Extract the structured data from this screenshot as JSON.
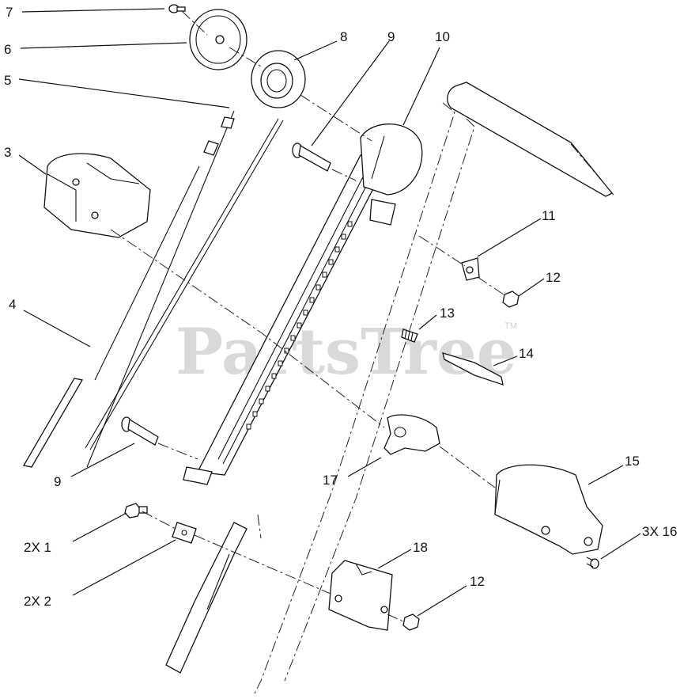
{
  "watermark": {
    "text": "PartsTree",
    "trademark": "TM"
  },
  "callouts": [
    {
      "id": "c7",
      "text": "7"
    },
    {
      "id": "c6",
      "text": "6"
    },
    {
      "id": "c5",
      "text": "5"
    },
    {
      "id": "c3",
      "text": "3"
    },
    {
      "id": "c4",
      "text": "4"
    },
    {
      "id": "c8",
      "text": "8"
    },
    {
      "id": "c9a",
      "text": "9"
    },
    {
      "id": "c10",
      "text": "10"
    },
    {
      "id": "c11",
      "text": "11"
    },
    {
      "id": "c12a",
      "text": "12"
    },
    {
      "id": "c13",
      "text": "13"
    },
    {
      "id": "c14",
      "text": "14"
    },
    {
      "id": "c9b",
      "text": "9"
    },
    {
      "id": "c17",
      "text": "17"
    },
    {
      "id": "c15",
      "text": "15"
    },
    {
      "id": "c16",
      "text": "3X  16"
    },
    {
      "id": "c1",
      "text": "2X  1"
    },
    {
      "id": "c18",
      "text": "18"
    },
    {
      "id": "c2",
      "text": "2X  2"
    },
    {
      "id": "c12b",
      "text": "12"
    }
  ]
}
